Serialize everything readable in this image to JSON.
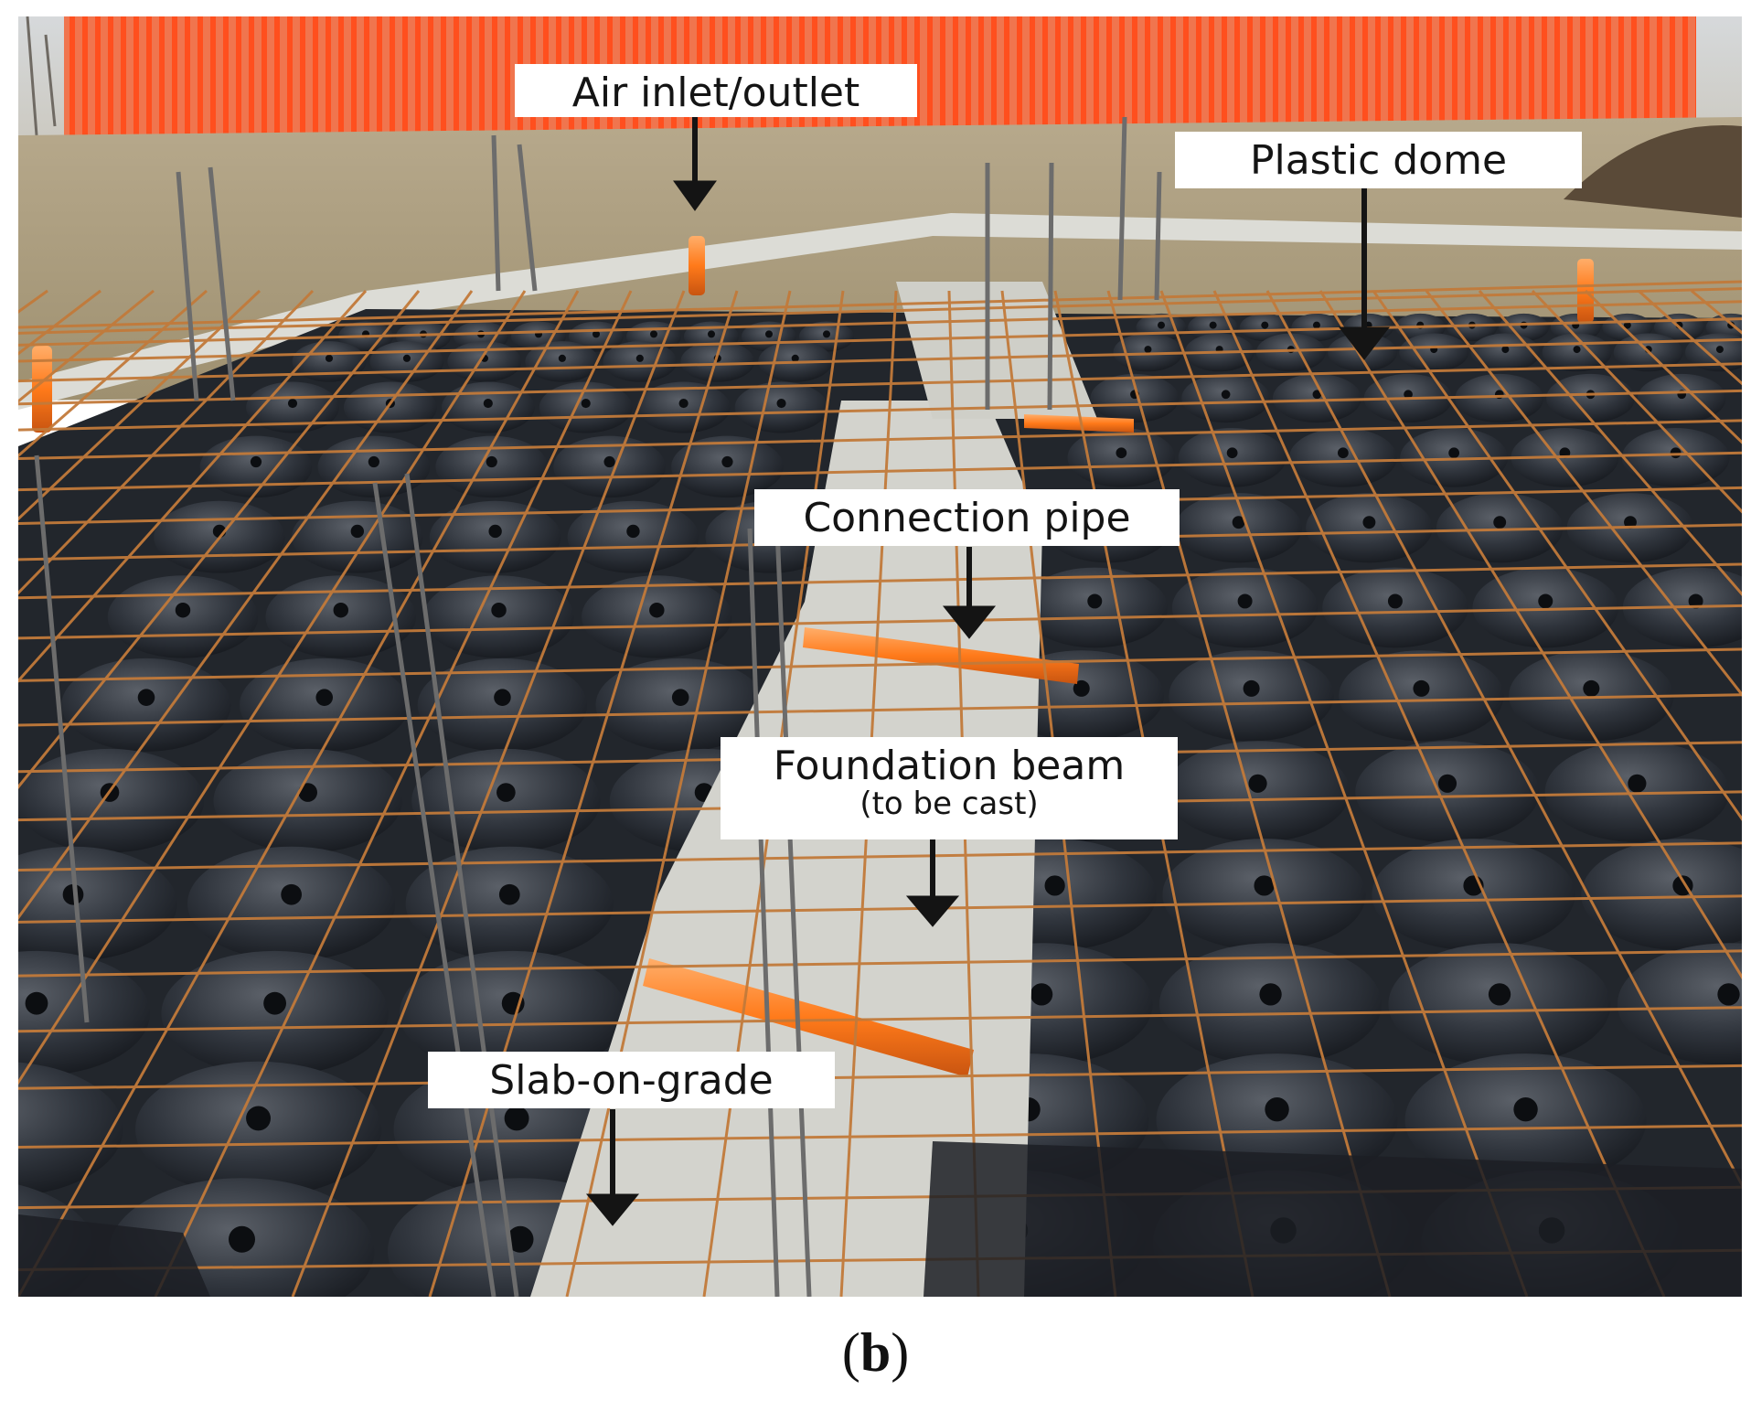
{
  "photo": {
    "description_icon": "construction-site-photo",
    "colors": {
      "fence": "#ff5a2a",
      "ground": "#b9a98a",
      "domes": "#2b3038",
      "rebar": "#c27a3a",
      "pipe": "#ff7a1a",
      "concrete": "#d9d9d4"
    }
  },
  "labels": {
    "air_inlet": "Air inlet/outlet",
    "plastic_dome": "Plastic dome",
    "connection_pipe": "Connection pipe",
    "foundation_beam": "Foundation beam",
    "foundation_beam_sub": "(to be cast)",
    "slab": "Slab-on-grade"
  },
  "caption": {
    "open": "(",
    "letter": "b",
    "close": ")"
  }
}
